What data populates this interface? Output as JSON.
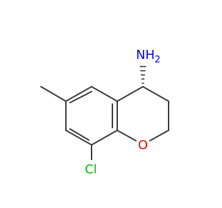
{
  "molecule": {
    "atoms": {
      "amine": {
        "symbol": "N",
        "hydrogen": "H",
        "h_count": "2",
        "color": "#0000ff"
      },
      "oxygen": {
        "symbol": "O",
        "color": "#ff0000"
      },
      "chlorine": {
        "symbol": "Cl",
        "color": "#00c000"
      }
    },
    "bond_color": "#3a3a3a",
    "background": "#ffffff"
  }
}
